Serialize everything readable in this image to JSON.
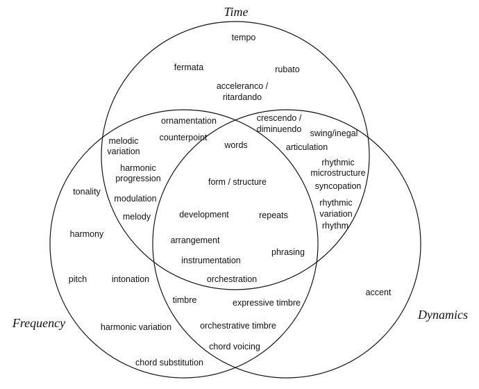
{
  "circle_titles": {
    "time": "Time",
    "frequency": "Frequency",
    "dynamics": "Dynamics"
  },
  "terms": {
    "tempo": "tempo",
    "fermata": "fermata",
    "rubato": "rubato",
    "acceleranco_line1": "acceleranco /",
    "acceleranco_line2": "ritardando",
    "ornamentation": "ornamentation",
    "crescendo_line1": "crescendo /",
    "crescendo_line2": "diminuendo",
    "swing": "swing/inegal",
    "melodic_variation_line1": "melodic",
    "melodic_variation_line2": "variation",
    "counterpoint": "counterpoint",
    "words": "words",
    "articulation": "articulation",
    "harmonic_progression_line1": "harmonic",
    "harmonic_progression_line2": "progression",
    "rhythmic_microstructure_line1": "rhythmic",
    "rhythmic_microstructure_line2": "microstructure",
    "tonality": "tonality",
    "form_structure": "form / structure",
    "syncopation": "syncopation",
    "modulation": "modulation",
    "rhythmic_variation_line1": "rhythmic",
    "rhythmic_variation_line2": "variation",
    "melody": "melody",
    "development": "development",
    "repeats": "repeats",
    "rhythm": "rhythm",
    "harmony": "harmony",
    "arrangement": "arrangement",
    "phrasing": "phrasing",
    "instrumentation": "instrumentation",
    "pitch": "pitch",
    "intonation": "intonation",
    "orchestration": "orchestration",
    "accent": "accent",
    "timbre": "timbre",
    "expressive_timbre": "expressive timbre",
    "harmonic_variation": "harmonic variation",
    "orchestrative_timbre": "orchestrative timbre",
    "chord_voicing": "chord voicing",
    "chord_substitution": "chord substitution"
  }
}
